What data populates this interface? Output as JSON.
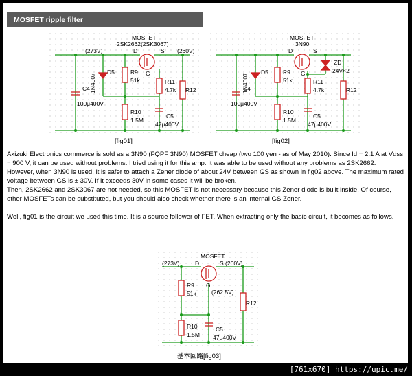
{
  "header": {
    "title": "MOSFET ripple filter"
  },
  "fig01": {
    "caption": "[fig01]",
    "labels": {
      "mosfet": "MOSFET",
      "part": "2SK2662(2SK3067)",
      "vin": "(273V)",
      "vout": "(260V)",
      "d": "D",
      "s": "S",
      "g": "G",
      "diode": "1N4007",
      "d5": "D5",
      "r9": "R9",
      "r9v": "51k",
      "r11": "R11",
      "r11v": "4.7k",
      "r12": "R12",
      "c4": "C4",
      "c4v": "100μ400V",
      "r10": "R10",
      "r10v": "1.5M",
      "c5": "C5",
      "c5v": "47μ400V"
    }
  },
  "fig02": {
    "caption": "[fig02]",
    "labels": {
      "mosfet": "MOSFET",
      "part": "3N90",
      "d": "D",
      "s": "S",
      "g": "G",
      "diode": "1N4007",
      "d5": "D5",
      "r9": "R9",
      "r9v": "51k",
      "r11": "R11",
      "r11v": "4.7k",
      "zd": "ZD",
      "zdv": "24V×2",
      "r12": "R12",
      "c4": "C4",
      "c4v": "100μ400V",
      "r10": "R10",
      "r10v": "1.5M",
      "c5": "C5",
      "c5v": "47μ400V"
    }
  },
  "fig03": {
    "caption": "基本回路[fig03]",
    "labels": {
      "mosfet": "MOSFET",
      "vin": "(273V)",
      "d": "D",
      "vout": "S (260V)",
      "g": "G",
      "vg": "(262.5V)",
      "r9": "R9",
      "r9v": "51k",
      "r12": "R12",
      "r10": "R10",
      "r10v": "1.5M",
      "c5": "C5",
      "c5v": "47μ400V"
    }
  },
  "paragraphs": [
    "Akizuki Electronics commerce is sold as a 3N90 (FQPF 3N90) MOSFET cheap (two 100 yen - as of May 2010). Since Id = 2.1 A at Vdss = 900 V, it can be used without problems. I tried using it for this amp. It was able to be used without any problems as 2SK2662.",
    "However, when 3N90 is used, it is safer to attach a Zener diode of about 24V between GS as shown in fig02 above. The maximum rated voltage between GS is ± 30V. If it exceeds 30V in some cases it will be broken.",
    "Then, 2SK2662 and 2SK3067 are not needed, so this MOSFET is not necessary because this Zener diode is built inside. Of course, other MOSFETs can be substituted, but you should also check whether there is an internal GS Zener.",
    "",
    "Well, fig01 is the circuit we used this time. It is a source follower of FET. When extracting only the basic circuit, it becomes as follows."
  ],
  "footer": {
    "text": "[761x670] https://upic.me/"
  },
  "colors": {
    "wire": "#1a9a1a",
    "part": "#cc2222",
    "dot": "#b0b0b0"
  }
}
